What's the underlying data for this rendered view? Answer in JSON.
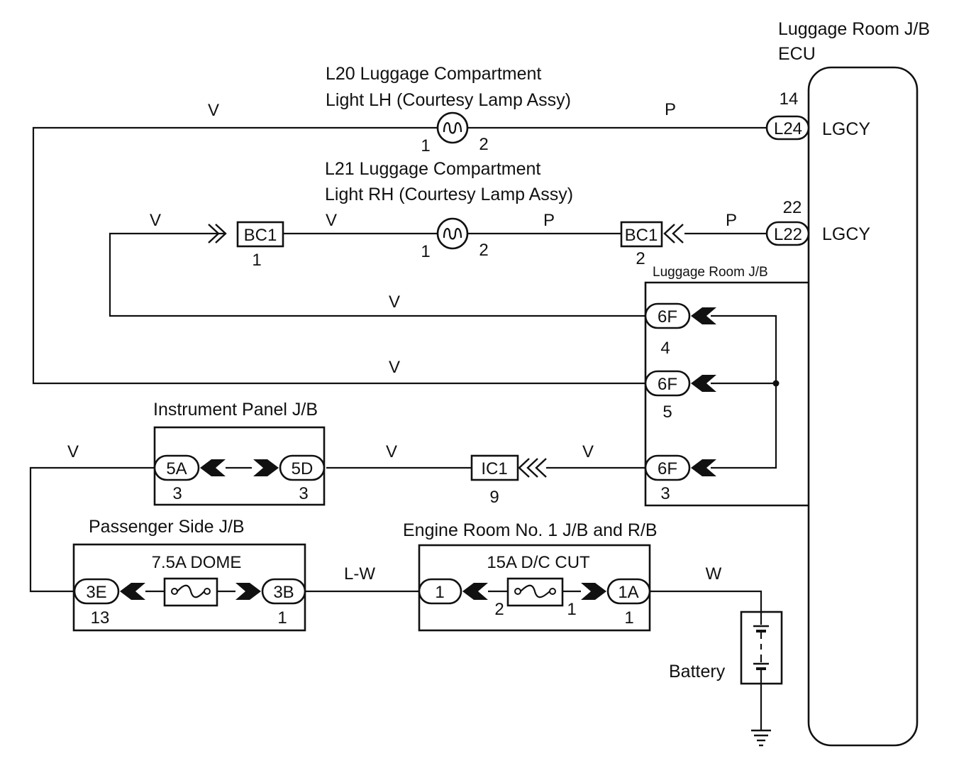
{
  "ecu": {
    "title_line1": "Luggage Room J/B",
    "title_line2": "ECU"
  },
  "l20": {
    "title_line1": "L20 Luggage Compartment",
    "title_line2": "Light LH (Courtesy Lamp Assy)",
    "pin1": "1",
    "pin2": "2"
  },
  "l21": {
    "title_line1": "L21 Luggage Compartment",
    "title_line2": "Light RH (Courtesy Lamp Assy)",
    "pin1": "1",
    "pin2": "2"
  },
  "ecu_pins": [
    {
      "pin": "14",
      "connector": "L24",
      "signal": "LGCY"
    },
    {
      "pin": "22",
      "connector": "L22",
      "signal": "LGCY"
    }
  ],
  "bc1_left": {
    "label": "BC1",
    "pin": "1"
  },
  "bc1_right": {
    "label": "BC1",
    "pin": "2"
  },
  "luggage_jb": {
    "title": "Luggage Room J/B",
    "connectors": [
      {
        "label": "6F",
        "pin": "4"
      },
      {
        "label": "6F",
        "pin": "5"
      },
      {
        "label": "6F",
        "pin": "3"
      }
    ]
  },
  "instrument_jb": {
    "title": "Instrument Panel J/B",
    "left": {
      "label": "5A",
      "pin": "3"
    },
    "right": {
      "label": "5D",
      "pin": "3"
    }
  },
  "ic1": {
    "label": "IC1",
    "pin": "9"
  },
  "passenger_jb": {
    "title": "Passenger Side J/B",
    "fuse": "7.5A DOME",
    "left": {
      "label": "3E",
      "pin": "13"
    },
    "right": {
      "label": "3B",
      "pin": "1"
    }
  },
  "engine_jb": {
    "title": "Engine Room No. 1 J/B and R/B",
    "fuse": "15A D/C CUT",
    "left": {
      "label": "1",
      "pin": "2"
    },
    "right": {
      "label": "1A",
      "pin": "1"
    },
    "fuse_right_pin": "1"
  },
  "battery": {
    "label": "Battery"
  },
  "wire_colors": {
    "v": "V",
    "p": "P",
    "lw": "L-W",
    "w": "W"
  }
}
